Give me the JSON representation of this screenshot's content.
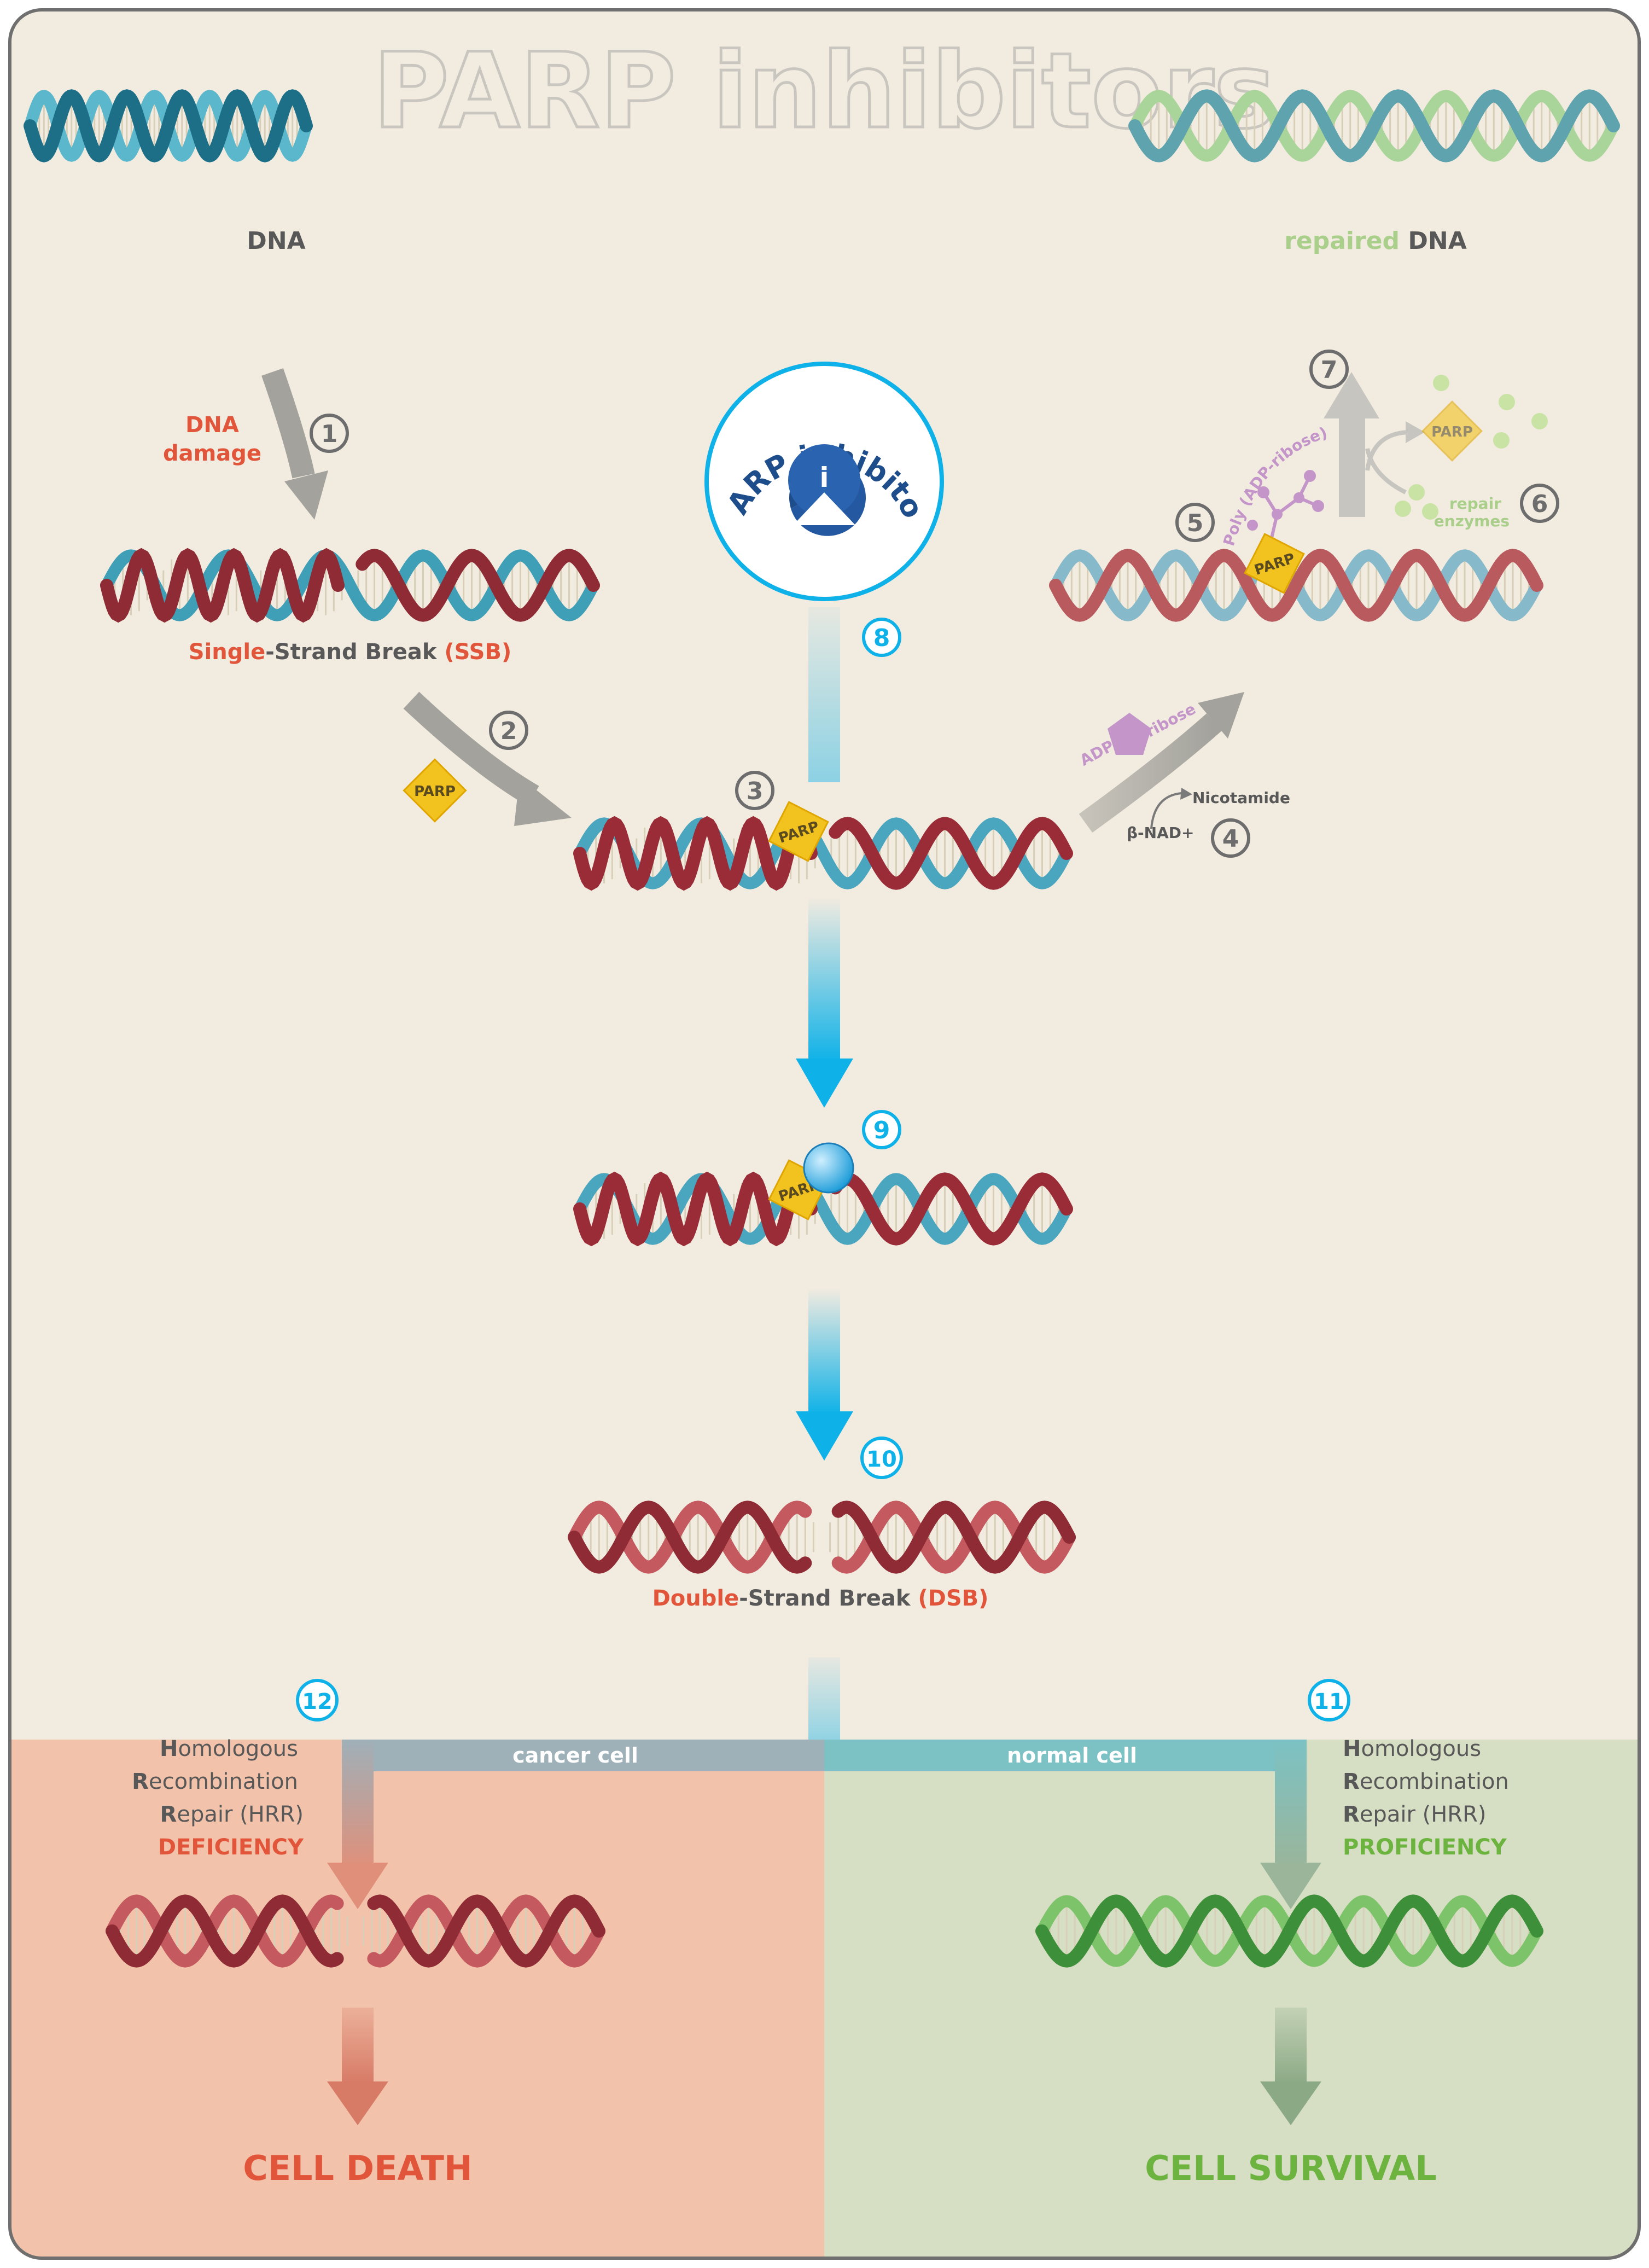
{
  "title": "PARP inhibitors",
  "colors": {
    "panel_bg": "#f2ebe0",
    "panel_border": "#6f6f6f",
    "gray_arrow": "#a3a29c",
    "blue_arrow": "#0fb2e8",
    "red_text": "#e1553a",
    "gray_text": "#585858",
    "green_text": "#6db33f",
    "light_green_text": "#a9cf8a",
    "purple": "#c395c9",
    "parp_fill": "#f2c21e",
    "death_bg": "#f2c2aa",
    "survival_bg": "#d6dfc4"
  },
  "labels": {
    "dna": "DNA",
    "dna_damage_line1": "DNA",
    "dna_damage_line2": "damage",
    "ssb_part1": "Single",
    "ssb_part2": "-Strand Break ",
    "ssb_part3": "(SSB)",
    "repaired_part1": "repaired",
    "repaired_part2": " DNA",
    "parp": "PARP",
    "parp_inhibitor": "PARP inhibitor",
    "inhibitor_symbol": "i",
    "poly_adp_ribose": "Poly (ADP-ribose)",
    "repair_line1": "repair",
    "repair_line2": "enzymes",
    "adp": "ADP",
    "ribose": "ribose",
    "nicotamide": "Nicotamide",
    "beta_nad": "β-NAD+",
    "dsb_part1": "Double",
    "dsb_part2": "-Strand Break ",
    "dsb_part3": "(DSB)",
    "cancer_cell": "cancer cell",
    "normal_cell": "normal cell",
    "hrr_left_line1_cap": "H",
    "hrr_left_line1_rest": "omologous",
    "hrr_left_line2_cap": "R",
    "hrr_left_line2_rest": "ecombination",
    "hrr_left_line3_cap": "R",
    "hrr_left_line3_rest": "epair (HRR)",
    "hrr_left_line4": "DEFICIENCY",
    "hrr_right_line1_cap": "H",
    "hrr_right_line1_rest": "omologous",
    "hrr_right_line2_cap": "R",
    "hrr_right_line2_rest": "ecombination",
    "hrr_right_line3_cap": "R",
    "hrr_right_line3_rest": "epair (HRR)",
    "hrr_right_line4": "PROFICIENCY",
    "cell_death": "CELL DEATH",
    "cell_survival": "CELL SURVIVAL"
  },
  "steps": {
    "s1": "1",
    "s2": "2",
    "s3": "3",
    "s4": "4",
    "s5": "5",
    "s6": "6",
    "s7": "7",
    "s8": "8",
    "s9": "9",
    "s10": "10",
    "s11": "11",
    "s12": "12"
  },
  "icons": {
    "inhibitor": "parp-inhibitor-pacman-icon",
    "parp_enzyme": "parp-diamond-icon",
    "adp_ribose": "pentagon-icon",
    "repair_enzymes": "green-dot-icon",
    "poly_adp_ribose": "branched-chain-icon"
  }
}
